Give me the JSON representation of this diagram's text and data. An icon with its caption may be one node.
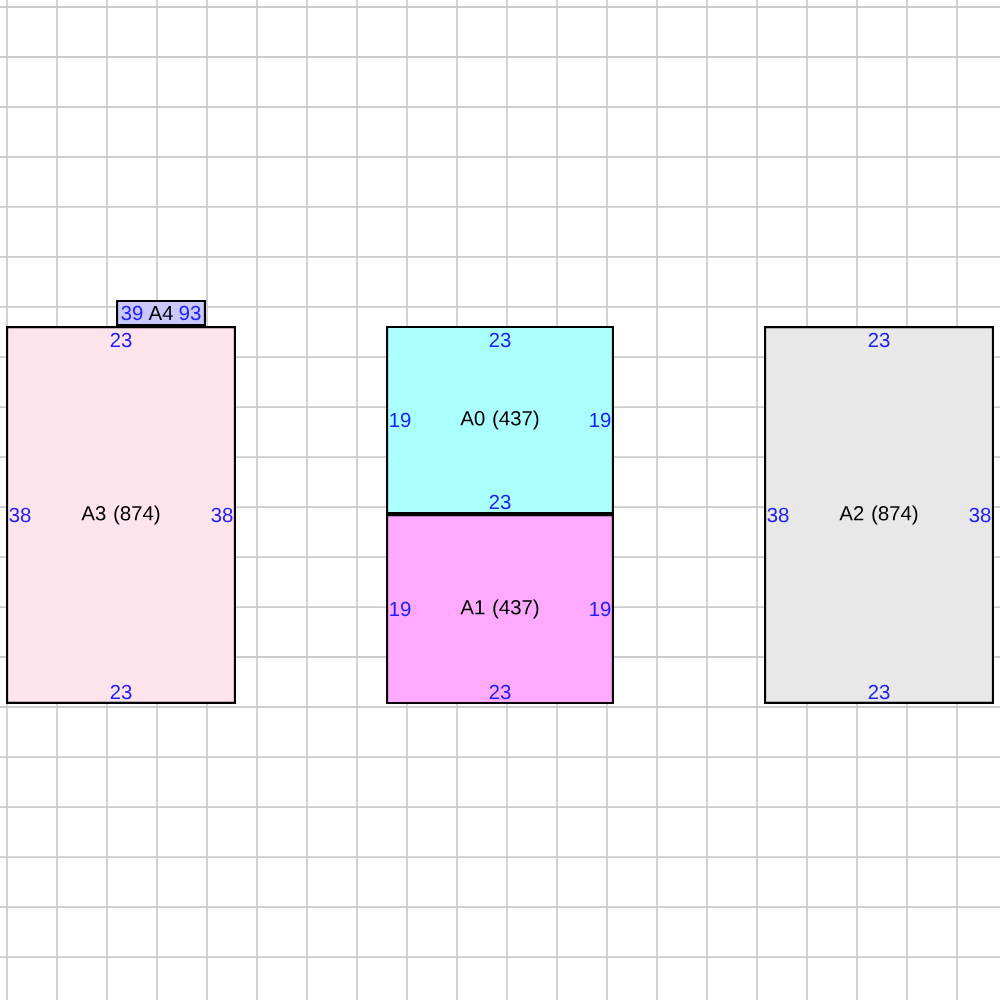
{
  "diagram": {
    "nodes": [
      {
        "text": [
          "39",
          "A4",
          "93"
        ]
      },
      {
        "text": [
          "23",
          "38",
          "A3 (874)",
          "38",
          "23"
        ]
      },
      {
        "text": [
          "23",
          "19",
          "A0 (437)",
          "19",
          "23"
        ]
      },
      {
        "text": [
          "19",
          "A1 (437)",
          "19",
          "23"
        ]
      },
      {
        "text": [
          "23",
          "38",
          "A2 (874)",
          "38",
          "23"
        ]
      }
    ]
  }
}
